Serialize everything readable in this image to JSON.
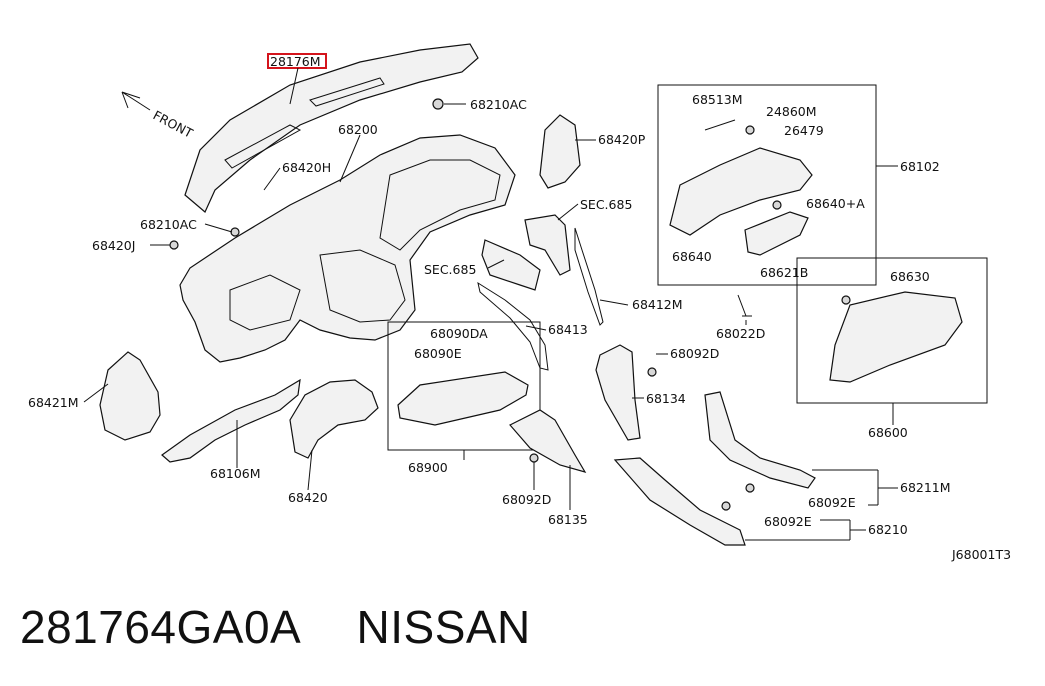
{
  "diagram": {
    "front_label": "FRONT",
    "highlight_part": "28176M",
    "labels": {
      "p28176m": "28176M",
      "p68210ac_top": "68210AC",
      "p68200": "68200",
      "p68420p": "68420P",
      "p68420h": "68420H",
      "p68210ac_left": "68210AC",
      "p68420j": "68420J",
      "sec685_a": "SEC.685",
      "sec685_b": "SEC.685",
      "p68412m": "68412M",
      "p68413": "68413",
      "p68090da": "68090DA",
      "p68090e": "68090E",
      "p68421m": "68421M",
      "p68106m": "68106M",
      "p68420": "68420",
      "p68900": "68900",
      "p68092d_a": "68092D",
      "p68134": "68134",
      "p68092d_b": "68092D",
      "p68135": "68135",
      "p68513m": "68513M",
      "p24860m": "24860M",
      "p26479": "26479",
      "p68102": "68102",
      "p68640a": "68640+A",
      "p68640": "68640",
      "p68621b": "68621B",
      "p68022d": "68022D",
      "p68630": "68630",
      "p68600": "68600",
      "p68211m": "68211M",
      "p68092e_a": "68092E",
      "p68092e_b": "68092E",
      "p68210": "68210",
      "ref_code": "J68001T3"
    }
  },
  "caption": {
    "part_number": "281764GA0A",
    "brand": "NISSAN"
  }
}
